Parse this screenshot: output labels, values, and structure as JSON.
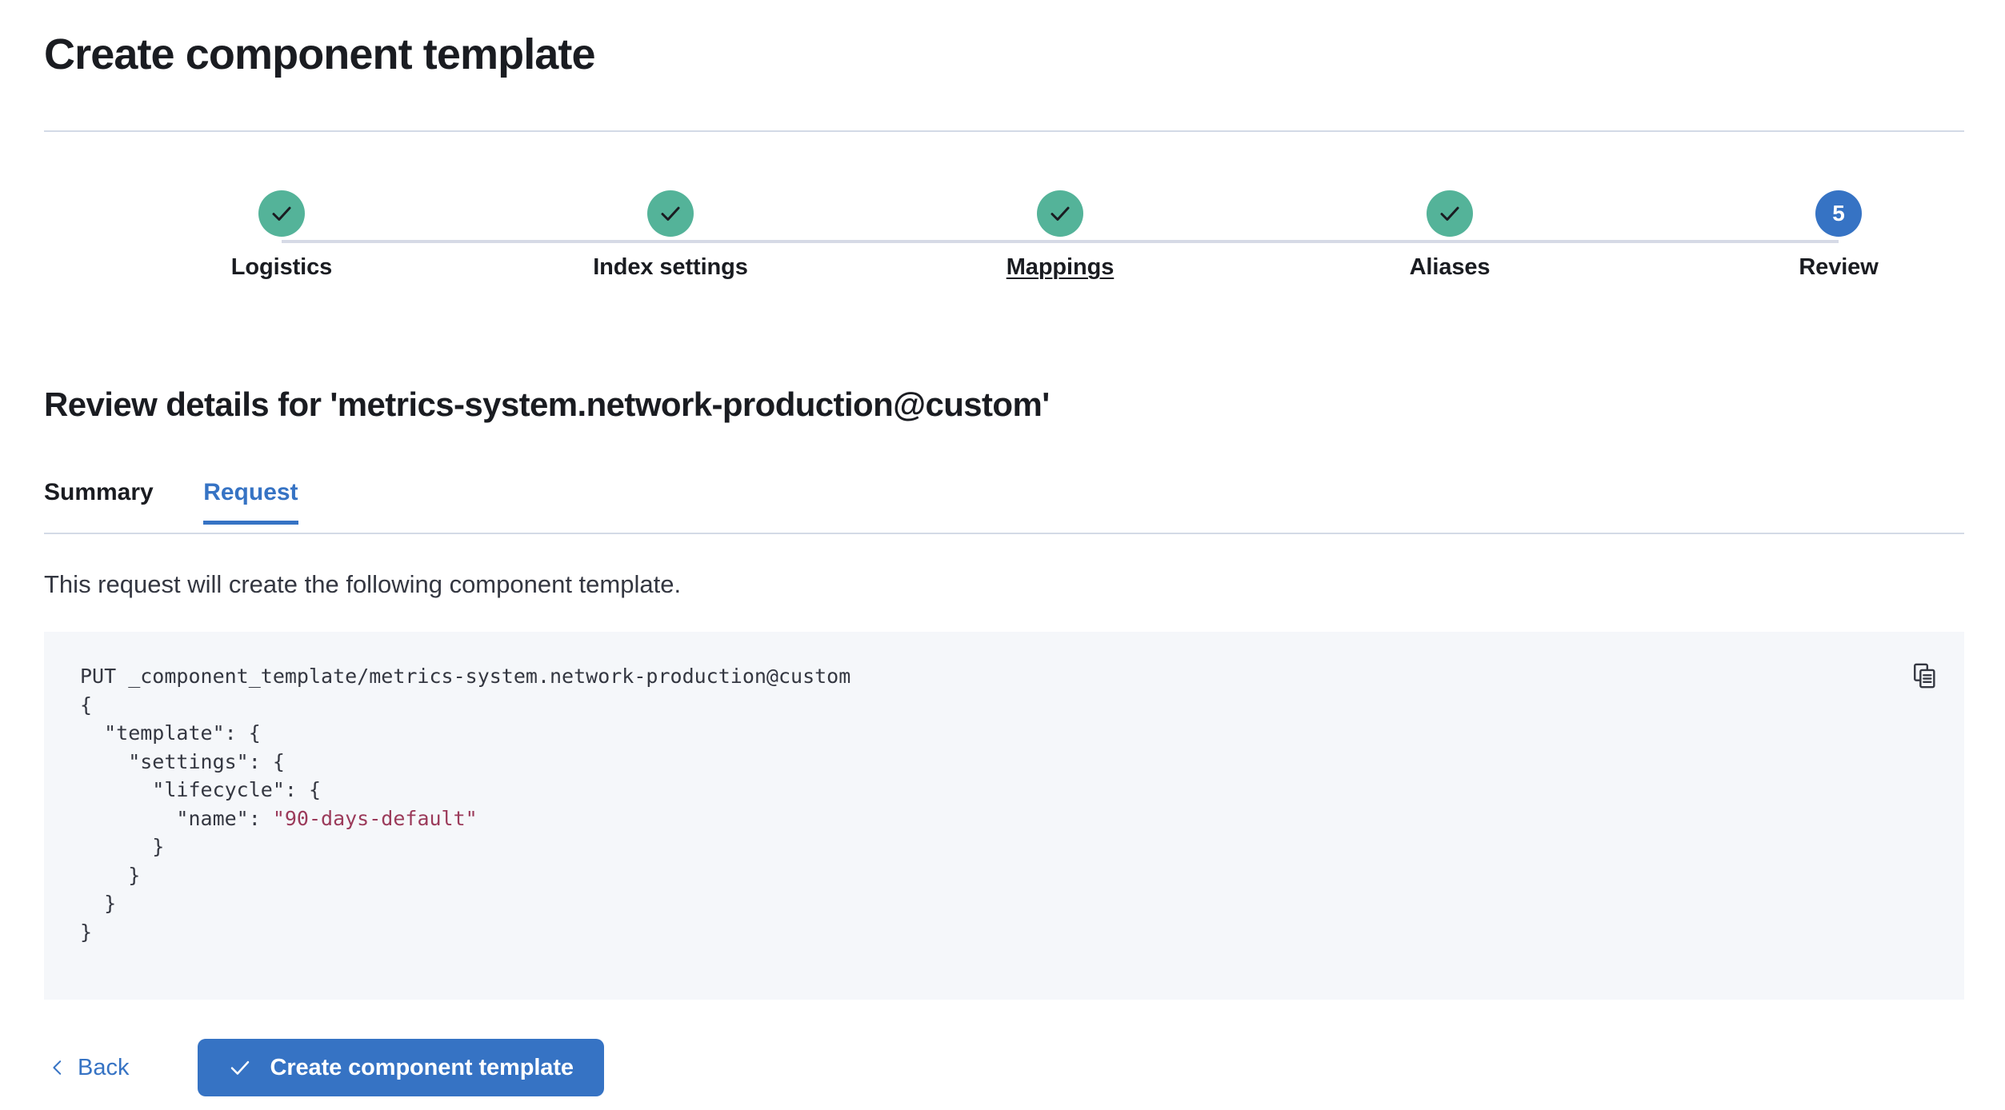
{
  "header": {
    "title": "Create component template"
  },
  "stepper": {
    "steps": [
      {
        "label": "Logistics",
        "state": "complete",
        "marker": "check-icon",
        "hovered": false
      },
      {
        "label": "Index settings",
        "state": "complete",
        "marker": "check-icon",
        "hovered": false
      },
      {
        "label": "Mappings",
        "state": "complete",
        "marker": "check-icon",
        "hovered": true
      },
      {
        "label": "Aliases",
        "state": "complete",
        "marker": "check-icon",
        "hovered": false
      },
      {
        "label": "Review",
        "state": "current",
        "marker": "5",
        "hovered": false
      }
    ]
  },
  "review": {
    "heading": "Review details for 'metrics-system.network-production@custom'",
    "tabs": [
      {
        "label": "Summary",
        "active": false
      },
      {
        "label": "Request",
        "active": true
      }
    ],
    "description": "This request will create the following component template.",
    "code": {
      "request_line": "PUT _component_template/metrics-system.network-production@custom",
      "body_before_string": "{\n  \"template\": {\n    \"settings\": {\n      \"lifecycle\": {\n        \"name\": ",
      "string_value": "\"90-days-default\"",
      "body_after_string": "\n      }\n    }\n  }\n}",
      "copy_label": "copy-clipboard-icon"
    }
  },
  "footer": {
    "back_label": "Back",
    "submit_label": "Create component template"
  },
  "colors": {
    "complete_step": "#54B399",
    "current_step": "#3673C4",
    "accent_blue": "#3673C4",
    "code_background": "#F5F7FA",
    "code_string": "#9B3A5A",
    "rule": "#D3DAE6",
    "text": "#1A1C21"
  }
}
